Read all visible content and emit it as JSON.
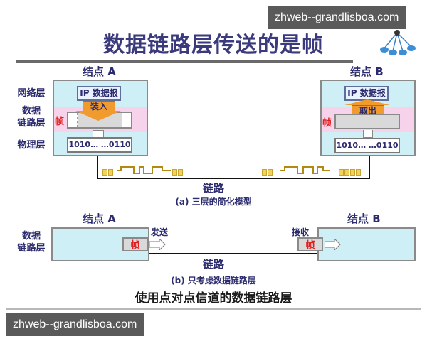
{
  "watermarks": {
    "top": "zhweb--grandlisboa.com",
    "bottom": "zhweb--grandlisboa.com"
  },
  "title": "数据链路层传送的是帧",
  "logo_icon": "network-nodes-icon",
  "diagram_a": {
    "node_a": {
      "label": "结点 A",
      "layers": {
        "network": "网络层",
        "datalink_line1": "数据",
        "datalink_line2": "链路层",
        "physical": "物理层"
      },
      "ip_packet": "IP 数据报",
      "action": "装入",
      "frame_label": "帧",
      "bits": "1010… …0110"
    },
    "node_b": {
      "label": "结点 B",
      "ip_packet": "IP 数据报",
      "action": "取出",
      "frame_label": "帧",
      "bits": "1010… …0110"
    },
    "link_label": "链路",
    "caption": "(a) 三层的简化模型"
  },
  "diagram_b": {
    "node_a_label": "结点 A",
    "node_b_label": "结点 B",
    "layer_line1": "数据",
    "layer_line2": "链路层",
    "send_label": "发送",
    "receive_label": "接收",
    "frame_label": "帧",
    "link_label": "链路",
    "caption": "(b) 只考虑数据链路层"
  },
  "footer_title": "使用点对点信道的数据链路层",
  "colors": {
    "text_navy": "#2b2b6e",
    "band_cyan": "#cfeff6",
    "band_pink": "#f6d3ea",
    "arrow_orange": "#f19a2d",
    "frame_red": "#e02020",
    "signal_yellow": "#f2d15c"
  }
}
